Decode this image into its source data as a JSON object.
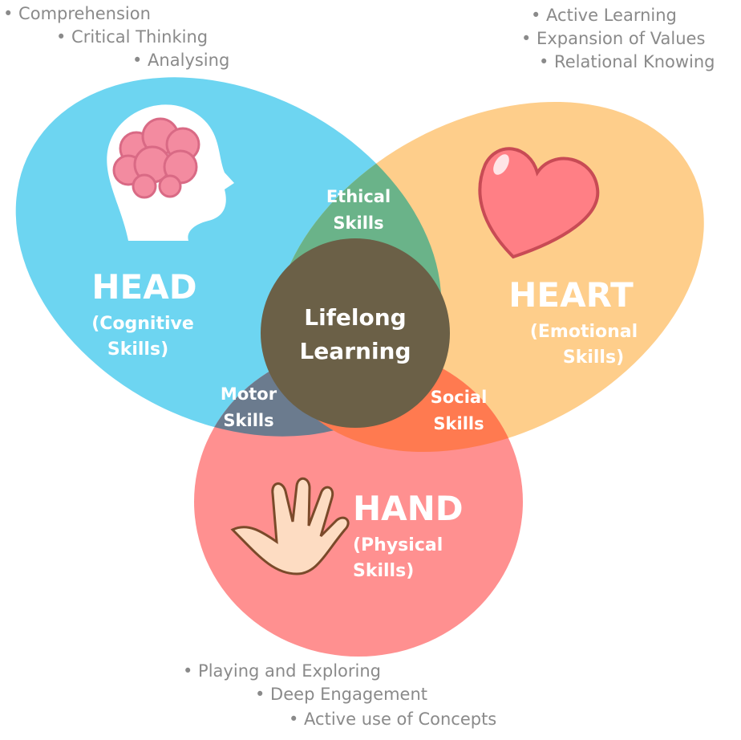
{
  "colors": {
    "head": "#6DD5F1",
    "heart": "#FECE8B",
    "hand": "#FF9090",
    "head_heart": "#6AB389",
    "head_hand": "#6B7B8E",
    "heart_hand": "#FF7A50",
    "center": "#6B6047"
  },
  "center": {
    "line1": "Lifelong",
    "line2": "Learning"
  },
  "overlaps": {
    "ethical": {
      "line1": "Ethical",
      "line2": "Skills"
    },
    "motor": {
      "line1": "Motor",
      "line2": "Skills"
    },
    "social": {
      "line1": "Social",
      "line2": "Skills"
    }
  },
  "head": {
    "title": "HEAD",
    "sub1": "(Cognitive",
    "sub2": "Skills)",
    "icon": "brain-head-icon",
    "bullets": [
      "• Comprehension",
      "• Critical Thinking",
      "• Analysing"
    ]
  },
  "heart": {
    "title": "HEART",
    "sub1": "(Emotional",
    "sub2": "Skills)",
    "icon": "heart-icon",
    "bullets": [
      "• Active Learning",
      "• Expansion of Values",
      "• Relational Knowing"
    ]
  },
  "hand": {
    "title": "HAND",
    "sub1": "(Physical",
    "sub2": "Skills)",
    "icon": "hand-icon",
    "bullets": [
      "• Playing and Exploring",
      "• Deep Engagement",
      "• Active use of Concepts"
    ]
  }
}
